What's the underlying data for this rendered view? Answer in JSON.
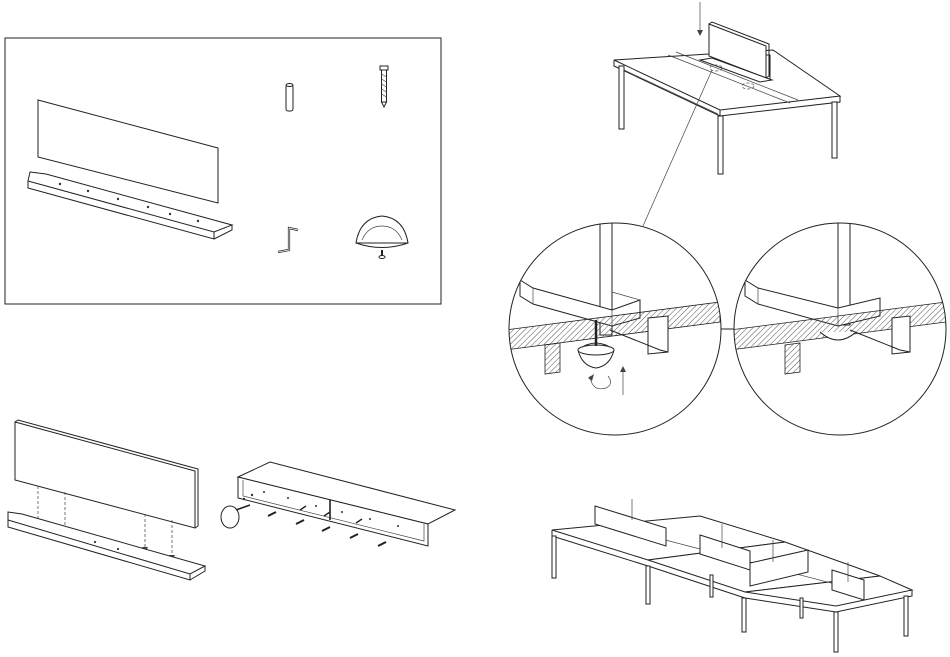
{
  "figure": {
    "colors": {
      "line": "#222222",
      "background": "#ffffff",
      "hatch": "#555555"
    },
    "parts": [
      {
        "name": "screen-panel"
      },
      {
        "name": "mounting-rail"
      },
      {
        "name": "dowel-pin"
      },
      {
        "name": "screw"
      },
      {
        "name": "allen-key"
      },
      {
        "name": "clamp-knob"
      }
    ],
    "steps": [
      {
        "name": "attach-panel-to-rail"
      },
      {
        "name": "fasten-rail-screws"
      },
      {
        "name": "place-screen-on-desk"
      },
      {
        "name": "tighten-clamp-detail"
      },
      {
        "name": "clamped-result-detail"
      },
      {
        "name": "multiple-desks-assembled"
      }
    ]
  }
}
